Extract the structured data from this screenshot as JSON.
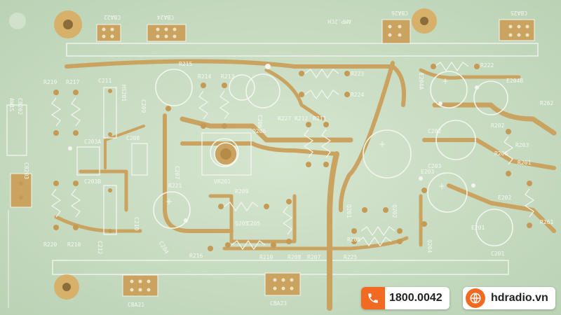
{
  "board": {
    "title": "AMP.2CH",
    "connectors": [
      "CBA22",
      "CBA24",
      "CBA26",
      "CBA25",
      "CBA21",
      "CBA23"
    ],
    "labels": [
      "R219",
      "R217",
      "R215",
      "R214",
      "R213",
      "R223",
      "R222",
      "R224",
      "HS201",
      "C211",
      "C206",
      "C209",
      "C208",
      "C203A",
      "C203B",
      "C205",
      "C207",
      "C210",
      "C212",
      "C204",
      "C201",
      "C202",
      "C203",
      "E201",
      "E202",
      "E203",
      "E204A",
      "E204B",
      "R201",
      "R202",
      "R203",
      "R205",
      "R206",
      "R207",
      "R208",
      "R209",
      "R210",
      "R211",
      "R212",
      "R216",
      "R218",
      "R220",
      "R221",
      "R225",
      "R227",
      "R261",
      "R262",
      "VR201",
      "Q201",
      "Q202",
      "Q204",
      "Q205",
      "Q206",
      "AW1S",
      "C8202",
      "C8203"
    ],
    "colors": {
      "substrate": "#cfe1c9",
      "pad": "#c59a55",
      "trace": "#c9a35f",
      "silk": "#f4f8f2"
    }
  },
  "contact": {
    "phone_icon": "phone-icon",
    "phone": "1800.0042",
    "web_icon": "globe-icon",
    "website": "hdradio.vn",
    "accent": "#f26a21"
  }
}
